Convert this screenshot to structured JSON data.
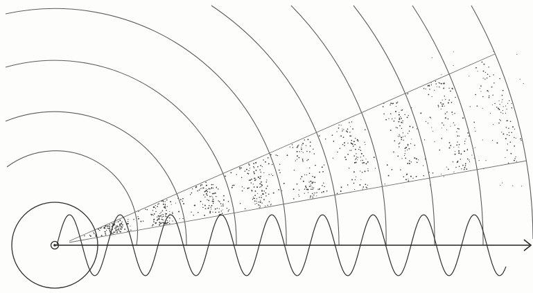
{
  "figure": {
    "background": "#fdfdfc",
    "ink": "#2b2b2b",
    "style": "pencil sketch",
    "description_items": [
      "source-circle",
      "concentric-wavefront-arcs",
      "sinusoidal-wave",
      "propagation-axis-arrow",
      "stippled-beam-sector"
    ]
  }
}
